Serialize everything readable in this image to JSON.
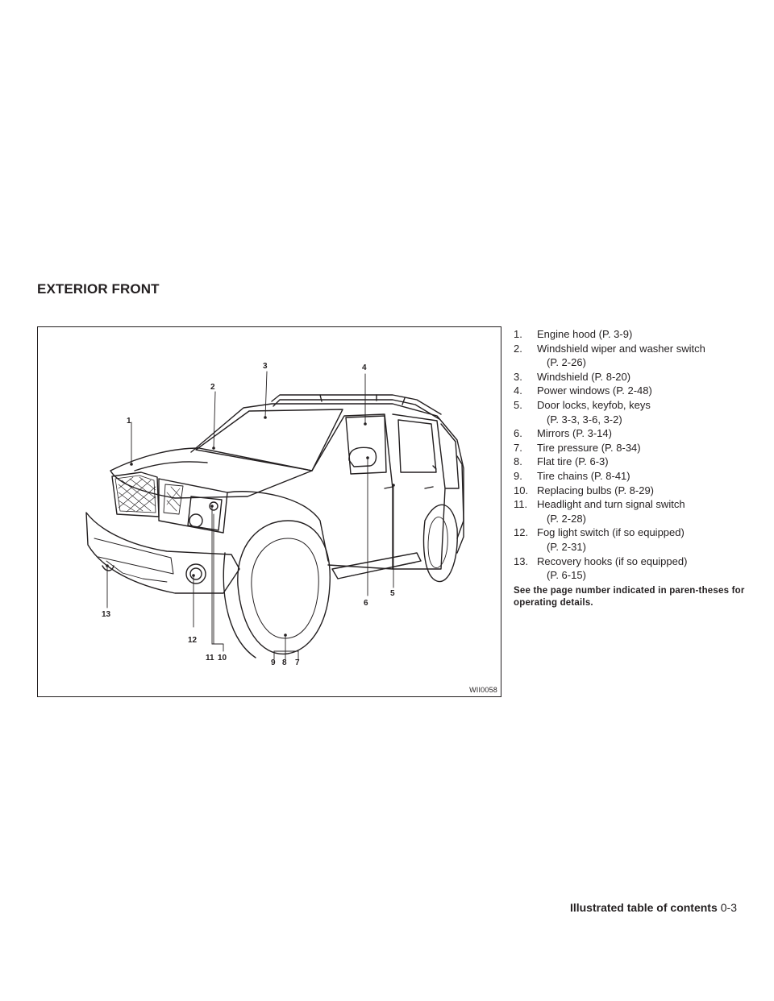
{
  "section_title": "EXTERIOR FRONT",
  "figure": {
    "code": "WII0058",
    "callouts": [
      "1",
      "2",
      "3",
      "4",
      "5",
      "6",
      "13",
      "12",
      "11",
      "10",
      "9",
      "8",
      "7"
    ]
  },
  "legend": {
    "items": [
      {
        "num": "1.",
        "text": "Engine hood (P. 3-9)",
        "cont": ""
      },
      {
        "num": "2.",
        "text": "Windshield wiper and washer switch",
        "cont": "(P. 2-26)"
      },
      {
        "num": "3.",
        "text": "Windshield (P. 8-20)",
        "cont": ""
      },
      {
        "num": "4.",
        "text": "Power windows (P. 2-48)",
        "cont": ""
      },
      {
        "num": "5.",
        "text": "Door locks, keyfob, keys",
        "cont": "(P. 3-3, 3-6, 3-2)"
      },
      {
        "num": "6.",
        "text": "Mirrors (P. 3-14)",
        "cont": ""
      },
      {
        "num": "7.",
        "text": "Tire pressure (P. 8-34)",
        "cont": ""
      },
      {
        "num": "8.",
        "text": "Flat tire (P. 6-3)",
        "cont": ""
      },
      {
        "num": "9.",
        "text": "Tire chains (P. 8-41)",
        "cont": ""
      },
      {
        "num": "10.",
        "text": "Replacing bulbs (P. 8-29)",
        "cont": ""
      },
      {
        "num": "11.",
        "text": "Headlight and turn signal switch",
        "cont": "(P. 2-28)"
      },
      {
        "num": "12.",
        "text": "Fog light switch (if so equipped)",
        "cont": "(P. 2-31)"
      },
      {
        "num": "13.",
        "text": "Recovery hooks (if so equipped)",
        "cont": "(P. 6-15)"
      }
    ],
    "note": "See the page number indicated in paren-theses for operating details."
  },
  "footer": {
    "section": "Illustrated table of contents",
    "page": "0-3"
  }
}
